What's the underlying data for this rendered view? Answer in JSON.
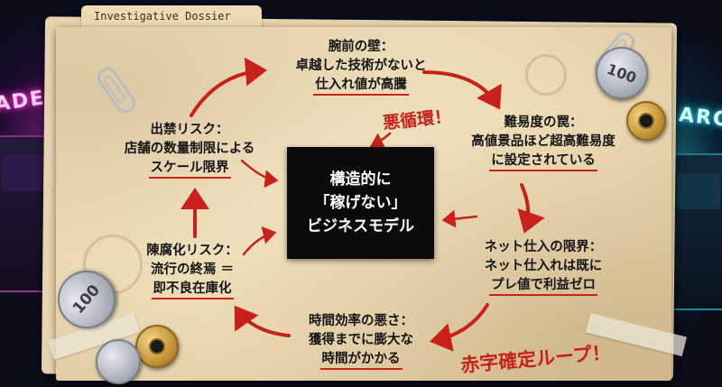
{
  "folder": {
    "tab_label": "Investigative Dossier"
  },
  "background": {
    "sign_left": "ADE",
    "sign_right": "ARC"
  },
  "center": {
    "lines": [
      "構造的に",
      "「稼げない」",
      "ビジネスモデル"
    ]
  },
  "nodes": {
    "top": {
      "title": "腕前の壁：",
      "line2": "卓越した技術がないと",
      "highlight": "仕入れ値が高騰"
    },
    "right_top": {
      "title": "難易度の罠：",
      "line2": "高値景品ほど超高難易度",
      "highlight": "に設定されている"
    },
    "right_bottom": {
      "title": "ネット仕入の限界：",
      "line2": "ネット仕入れは既に",
      "highlight": "プレ値で利益ゼロ"
    },
    "bottom": {
      "title": "時間効率の悪さ：",
      "line2": "獲得までに膨大な",
      "highlight": "時間がかかる"
    },
    "left_bottom": {
      "title": "陳腐化リスク：",
      "line2": "流行の終焉 ＝",
      "highlight": "即不良在庫化"
    },
    "left_top": {
      "title": "出禁リスク：",
      "line2": "店舗の数量制限による",
      "highlight": "スケール限界"
    }
  },
  "annotations": {
    "vicious_cycle": "悪循環！",
    "loss_loop": "赤字確定ループ！"
  },
  "coins": {
    "large_value": "100"
  },
  "colors": {
    "accent_red": "#c8201a",
    "paper": "#ead9b2",
    "box": "#0b0b0b"
  }
}
